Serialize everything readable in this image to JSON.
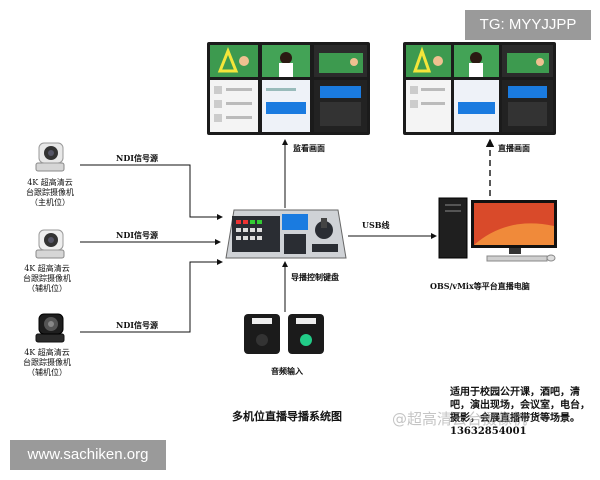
{
  "watermarks": {
    "top_right": "TG: MYYJJPP",
    "bottom_left": "www.sachiken.org",
    "overlay": "@超高清云台摄像机"
  },
  "cameras": [
    {
      "label": "4K 超高清云\n台跟踪摄像机\n（主机位）",
      "signal": "NDI信号源"
    },
    {
      "label": "4K 超高清云\n台跟踪摄像机\n（辅机位）",
      "signal": "NDI信号源"
    },
    {
      "label": "4K 超高清云\n台跟踪摄像机\n（辅机位）",
      "signal": "NDI信号源"
    }
  ],
  "labels": {
    "monitor_view": "监看画面",
    "live_view": "直播画面",
    "usb": "USB线",
    "keyboard": "导播控制键盘",
    "audio": "音频输入",
    "computer": "OBS/vMix等平台直播电脑",
    "title": "多机位直播导播系统图",
    "description": "适用于校园公开课，酒吧，清吧，演出现场，会议室，电台，摄影，会展直播带货等场景。13632854001"
  },
  "colors": {
    "line": "#111111",
    "watermark_bg": "#9a9a9a",
    "screen_green": "#1e9b52",
    "screen_blue": "#1a7be0"
  }
}
